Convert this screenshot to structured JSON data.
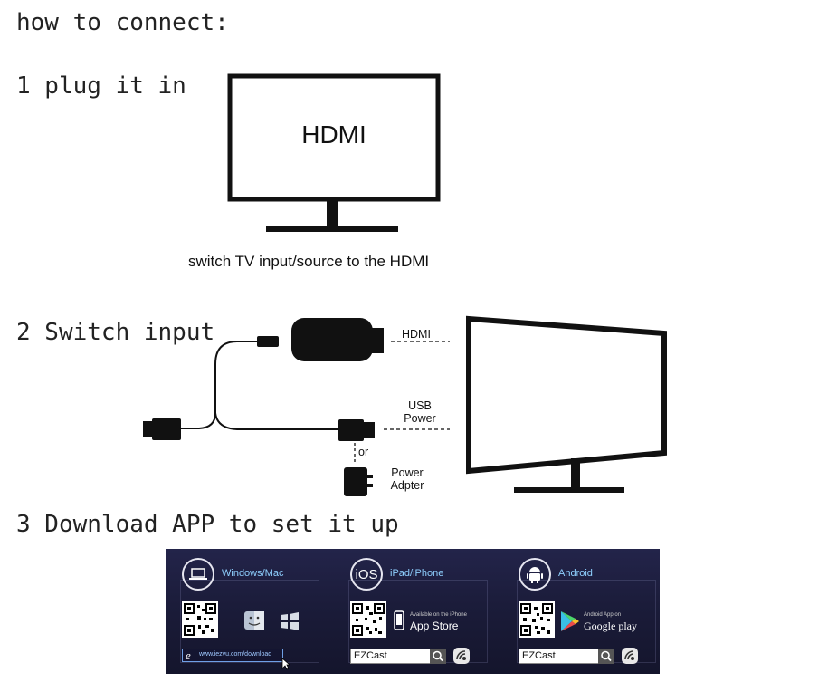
{
  "title": "how to connect:",
  "steps": [
    {
      "label": "1 plug it in"
    },
    {
      "label": "2 Switch input"
    },
    {
      "label": "3 Download APP to set it up"
    }
  ],
  "step1": {
    "tv_screen_label": "HDMI",
    "caption": "switch TV input/source to the HDMI"
  },
  "step2": {
    "hdmi_label": "HDMI",
    "usb_power_label": "USB Power",
    "or_label": "or",
    "power_adapter_label": "Power Adpter"
  },
  "apps": {
    "windows": {
      "platform": "Windows/Mac",
      "url": "www.iezvu.com/download",
      "icon": "laptop-icon"
    },
    "ios": {
      "platform": "iPad/iPhone",
      "ring_text": "iOS",
      "store_small": "Available on the iPhone",
      "store_name": "App Store",
      "search_text": "EZCast"
    },
    "android": {
      "platform": "Android",
      "store_small": "Android App on",
      "store_name": "Google play",
      "search_text": "EZCast",
      "icon": "android-icon"
    }
  },
  "colors": {
    "line": "#111111",
    "panel": "#1d1e3e",
    "accent": "#8fd0ff"
  }
}
